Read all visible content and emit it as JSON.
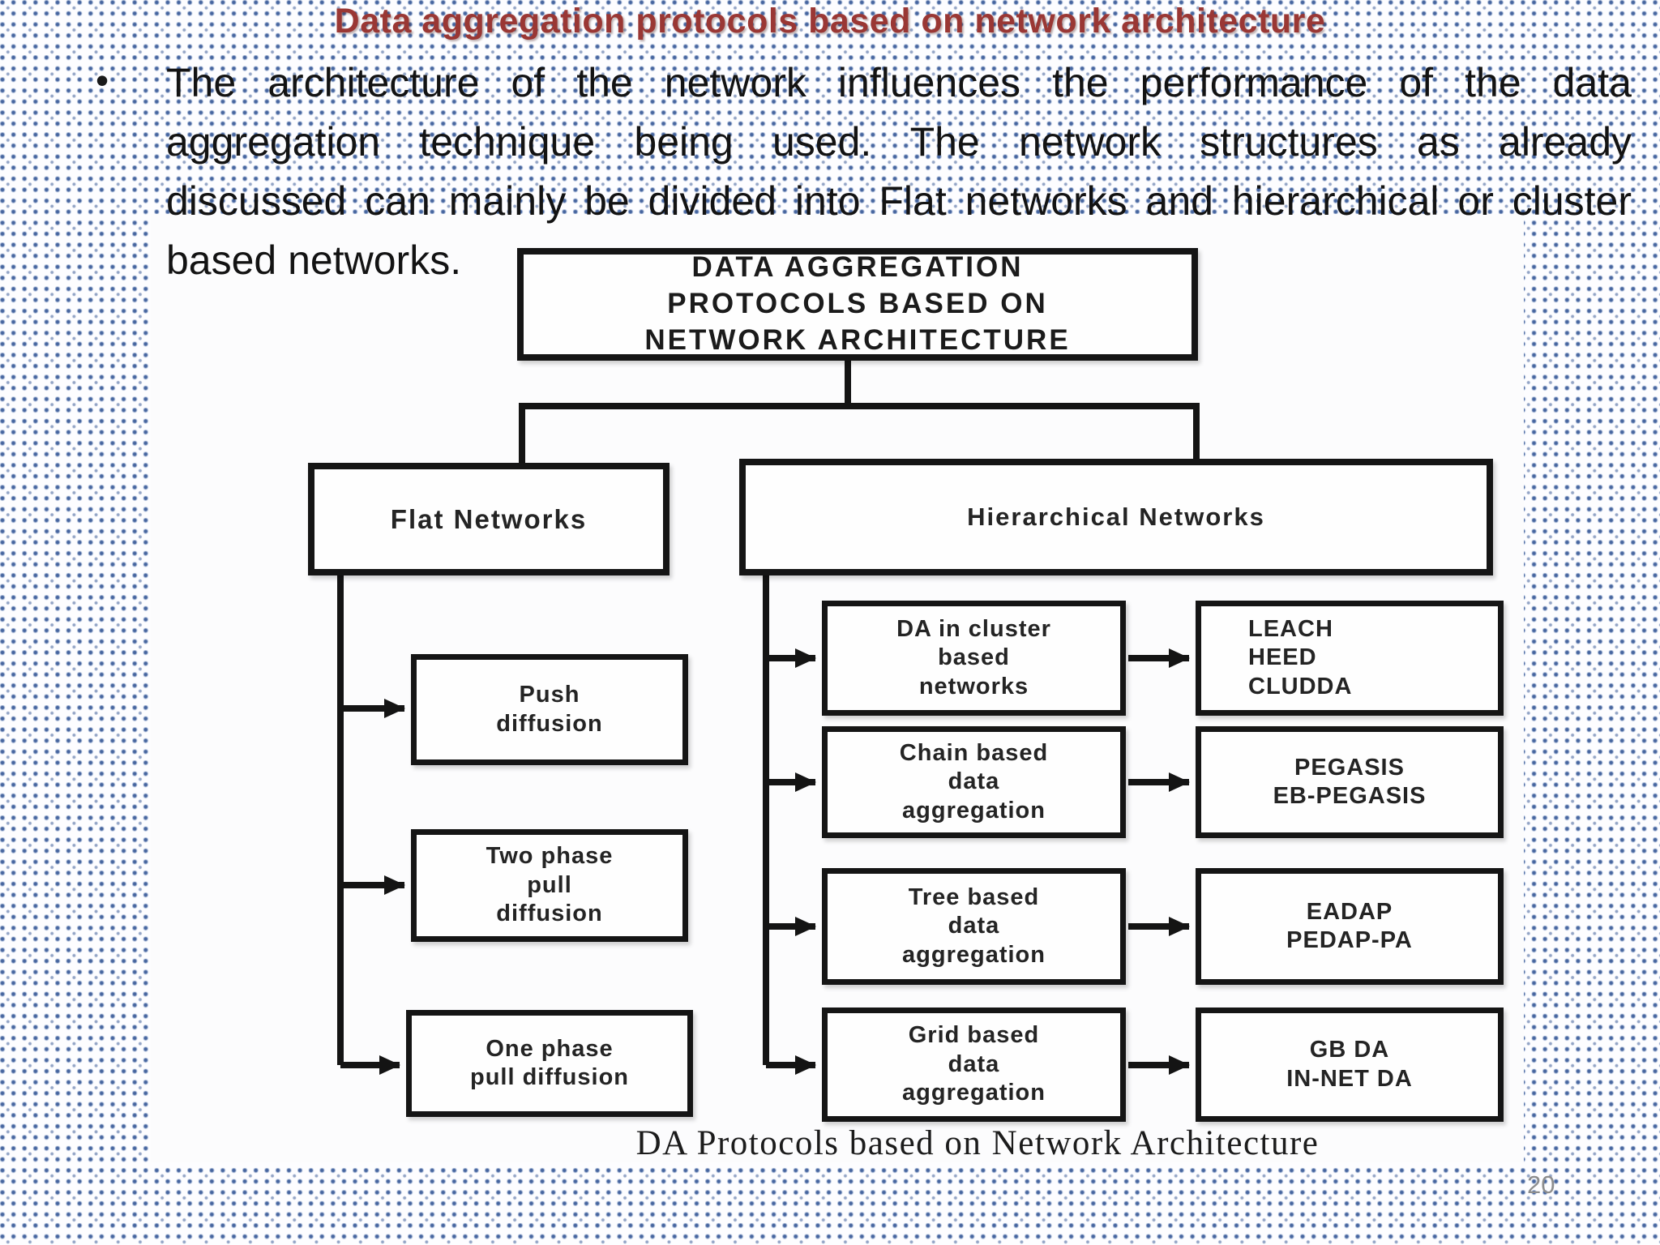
{
  "slide": {
    "title": "Data aggregation protocols based on network architecture",
    "bullet_char": "•",
    "body_lines": [
      "The architecture of the network influences the performance of the data",
      "aggregation technique being used. The network structures as already",
      "discussed can mainly be divided into Flat networks and hierarchical or cluster",
      "based networks."
    ],
    "page_number": "20"
  },
  "diagram": {
    "root_label": "DATA AGGREGATION\nPROTOCOLS BASED ON\nNETWORK ARCHITECTURE",
    "flat_label": "Flat Networks",
    "hierarchical_label": "Hierarchical Networks",
    "flat_children": [
      "Push\ndiffusion",
      "Two phase\npull\ndiffusion",
      "One phase\npull diffusion"
    ],
    "hier_rows": [
      {
        "left": "DA in cluster\nbased\nnetworks",
        "right": "LEACH\nHEED\nCLUDDA"
      },
      {
        "left": "Chain based\ndata\naggregation",
        "right": "PEGASIS\nEB-PEGASIS"
      },
      {
        "left": "Tree based\ndata\naggregation",
        "right": "EADAP\nPEDAP-PA"
      },
      {
        "left": "Grid based\ndata\naggregation",
        "right": "GB DA\nIN-NET DA"
      }
    ],
    "caption": "DA Protocols based on Network Architecture"
  },
  "colors": {
    "title_color": "#9a3734",
    "dot_color": "#46659f",
    "line_color": "#141414",
    "page_number_color": "#8d8d8d"
  }
}
